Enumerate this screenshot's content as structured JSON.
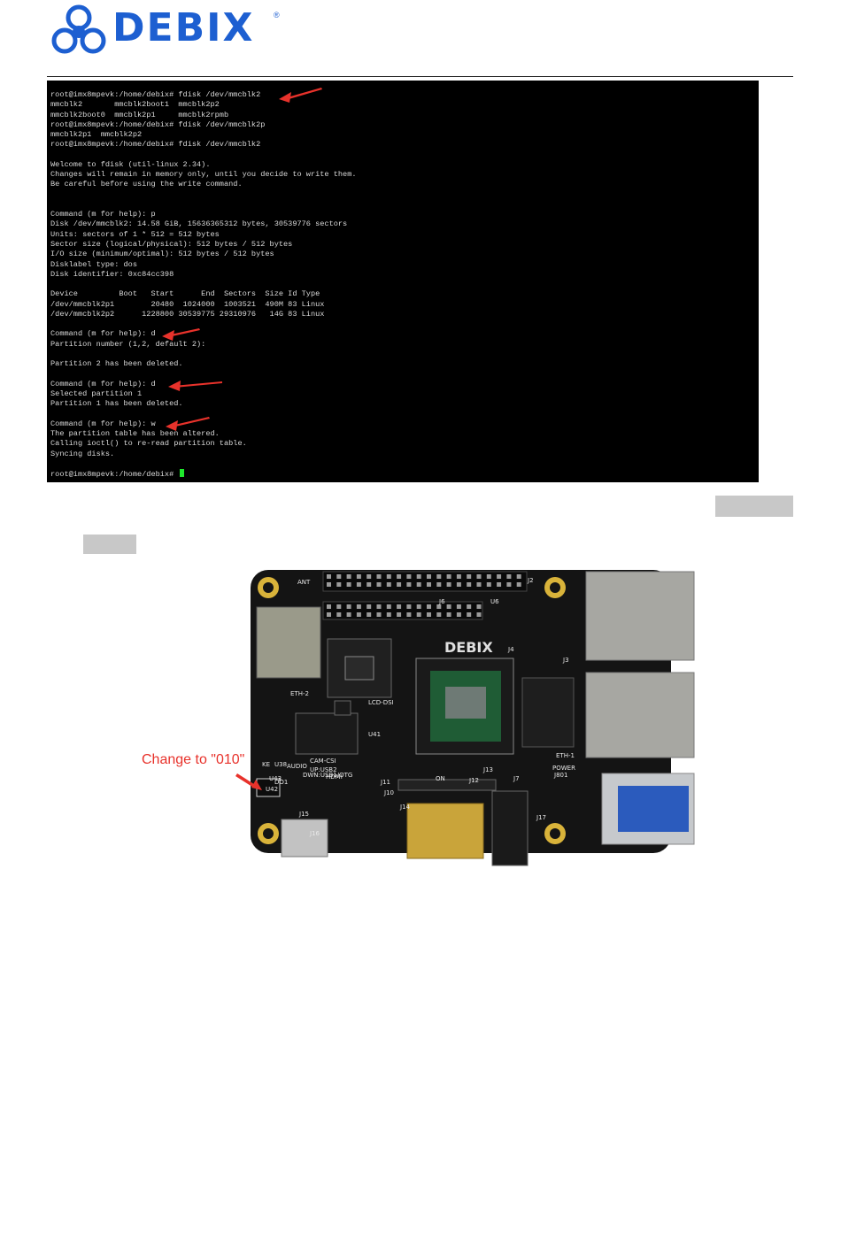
{
  "header": {
    "logo_text": "DEBIX",
    "registered_mark": "®",
    "brand_color": "#1d5fd1"
  },
  "terminal": {
    "lines": [
      "root@imx8mpevk:/home/debix# fdisk /dev/mmcblk2",
      "mmcblk2       mmcblk2boot1  mmcblk2p2",
      "mmcblk2boot0  mmcblk2p1     mmcblk2rpmb",
      "root@imx8mpevk:/home/debix# fdisk /dev/mmcblk2p",
      "mmcblk2p1  mmcblk2p2",
      "root@imx8mpevk:/home/debix# fdisk /dev/mmcblk2",
      "",
      "Welcome to fdisk (util-linux 2.34).",
      "Changes will remain in memory only, until you decide to write them.",
      "Be careful before using the write command.",
      "",
      "",
      "Command (m for help): p",
      "Disk /dev/mmcblk2: 14.58 GiB, 15636365312 bytes, 30539776 sectors",
      "Units: sectors of 1 * 512 = 512 bytes",
      "Sector size (logical/physical): 512 bytes / 512 bytes",
      "I/O size (minimum/optimal): 512 bytes / 512 bytes",
      "Disklabel type: dos",
      "Disk identifier: 0xc84cc398",
      "",
      "Device         Boot   Start      End  Sectors  Size Id Type",
      "/dev/mmcblk2p1        20480  1024000  1003521  490M 83 Linux",
      "/dev/mmcblk2p2      1228800 30539775 29310976   14G 83 Linux",
      "",
      "Command (m for help): d",
      "Partition number (1,2, default 2):",
      "",
      "Partition 2 has been deleted.",
      "",
      "Command (m for help): d",
      "Selected partition 1",
      "Partition 1 has been deleted.",
      "",
      "Command (m for help): w",
      "The partition table has been altered.",
      "Calling ioctl() to re-read partition table.",
      "Syncing disks.",
      "",
      "root@imx8mpevk:/home/debix# "
    ],
    "cursor_color": "#1ee82c",
    "arrow_color": "#e8322b"
  },
  "board": {
    "annotation": "Change to \"010\"",
    "logo_text": "DEBIX",
    "silkscreen": [
      "ANT",
      "J2",
      "J6",
      "U6",
      "J3",
      "ETH-1",
      "ETH-2",
      "LCD-DSI",
      "J4",
      "J7",
      "J10",
      "J11",
      "J12",
      "J13",
      "J14",
      "J15",
      "J16",
      "J17",
      "HDMI",
      "POWER",
      "J801",
      "AUDIO",
      "CAM-CSI",
      "UP:USB2",
      "DWN:USB1/OTG",
      "U38",
      "U41",
      "U42",
      "U43",
      "DO1",
      "ON",
      "KE"
    ],
    "pcb_color": "#141414",
    "annotation_color": "#e8322b"
  }
}
